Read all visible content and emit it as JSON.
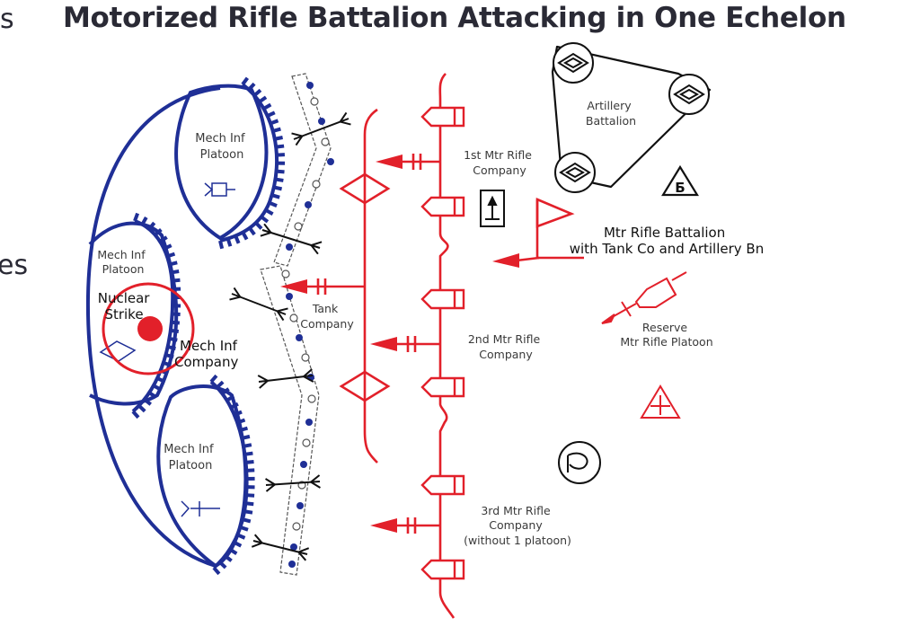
{
  "title": "Motorized Rifle Battalion Attacking in One Echelon",
  "edge_fragments": {
    "top": "s",
    "middle": "es"
  },
  "colors": {
    "friendly_blue": "#1f2f96",
    "enemy_red": "#e2202a",
    "black": "#111111"
  },
  "labels": {
    "mech_inf_platoon_top": [
      "Mech Inf",
      "Platoon"
    ],
    "mech_inf_platoon_mid": [
      "Mech Inf",
      "Platoon"
    ],
    "mech_inf_platoon_bottom": [
      "Mech Inf",
      "Platoon"
    ],
    "nuclear_strike": [
      "Nuclear",
      "Strike"
    ],
    "mech_inf_company": [
      "Mech Inf",
      "Company"
    ],
    "tank_company": [
      "Tank",
      "Company"
    ],
    "first_company": [
      "1st Mtr Rifle",
      "Company"
    ],
    "second_company": [
      "2nd Mtr Rifle",
      "Company"
    ],
    "third_company": [
      "3rd Mtr Rifle",
      "Company",
      "(without 1 platoon)"
    ],
    "artillery_battalion": [
      "Artillery",
      "Battalion"
    ],
    "battalion": [
      "Mtr Rifle Battalion",
      "with Tank Co and Artillery Bn"
    ],
    "reserve": [
      "Reserve",
      "Mtr Rifle Platoon"
    ],
    "supply_symbol": "Б"
  }
}
